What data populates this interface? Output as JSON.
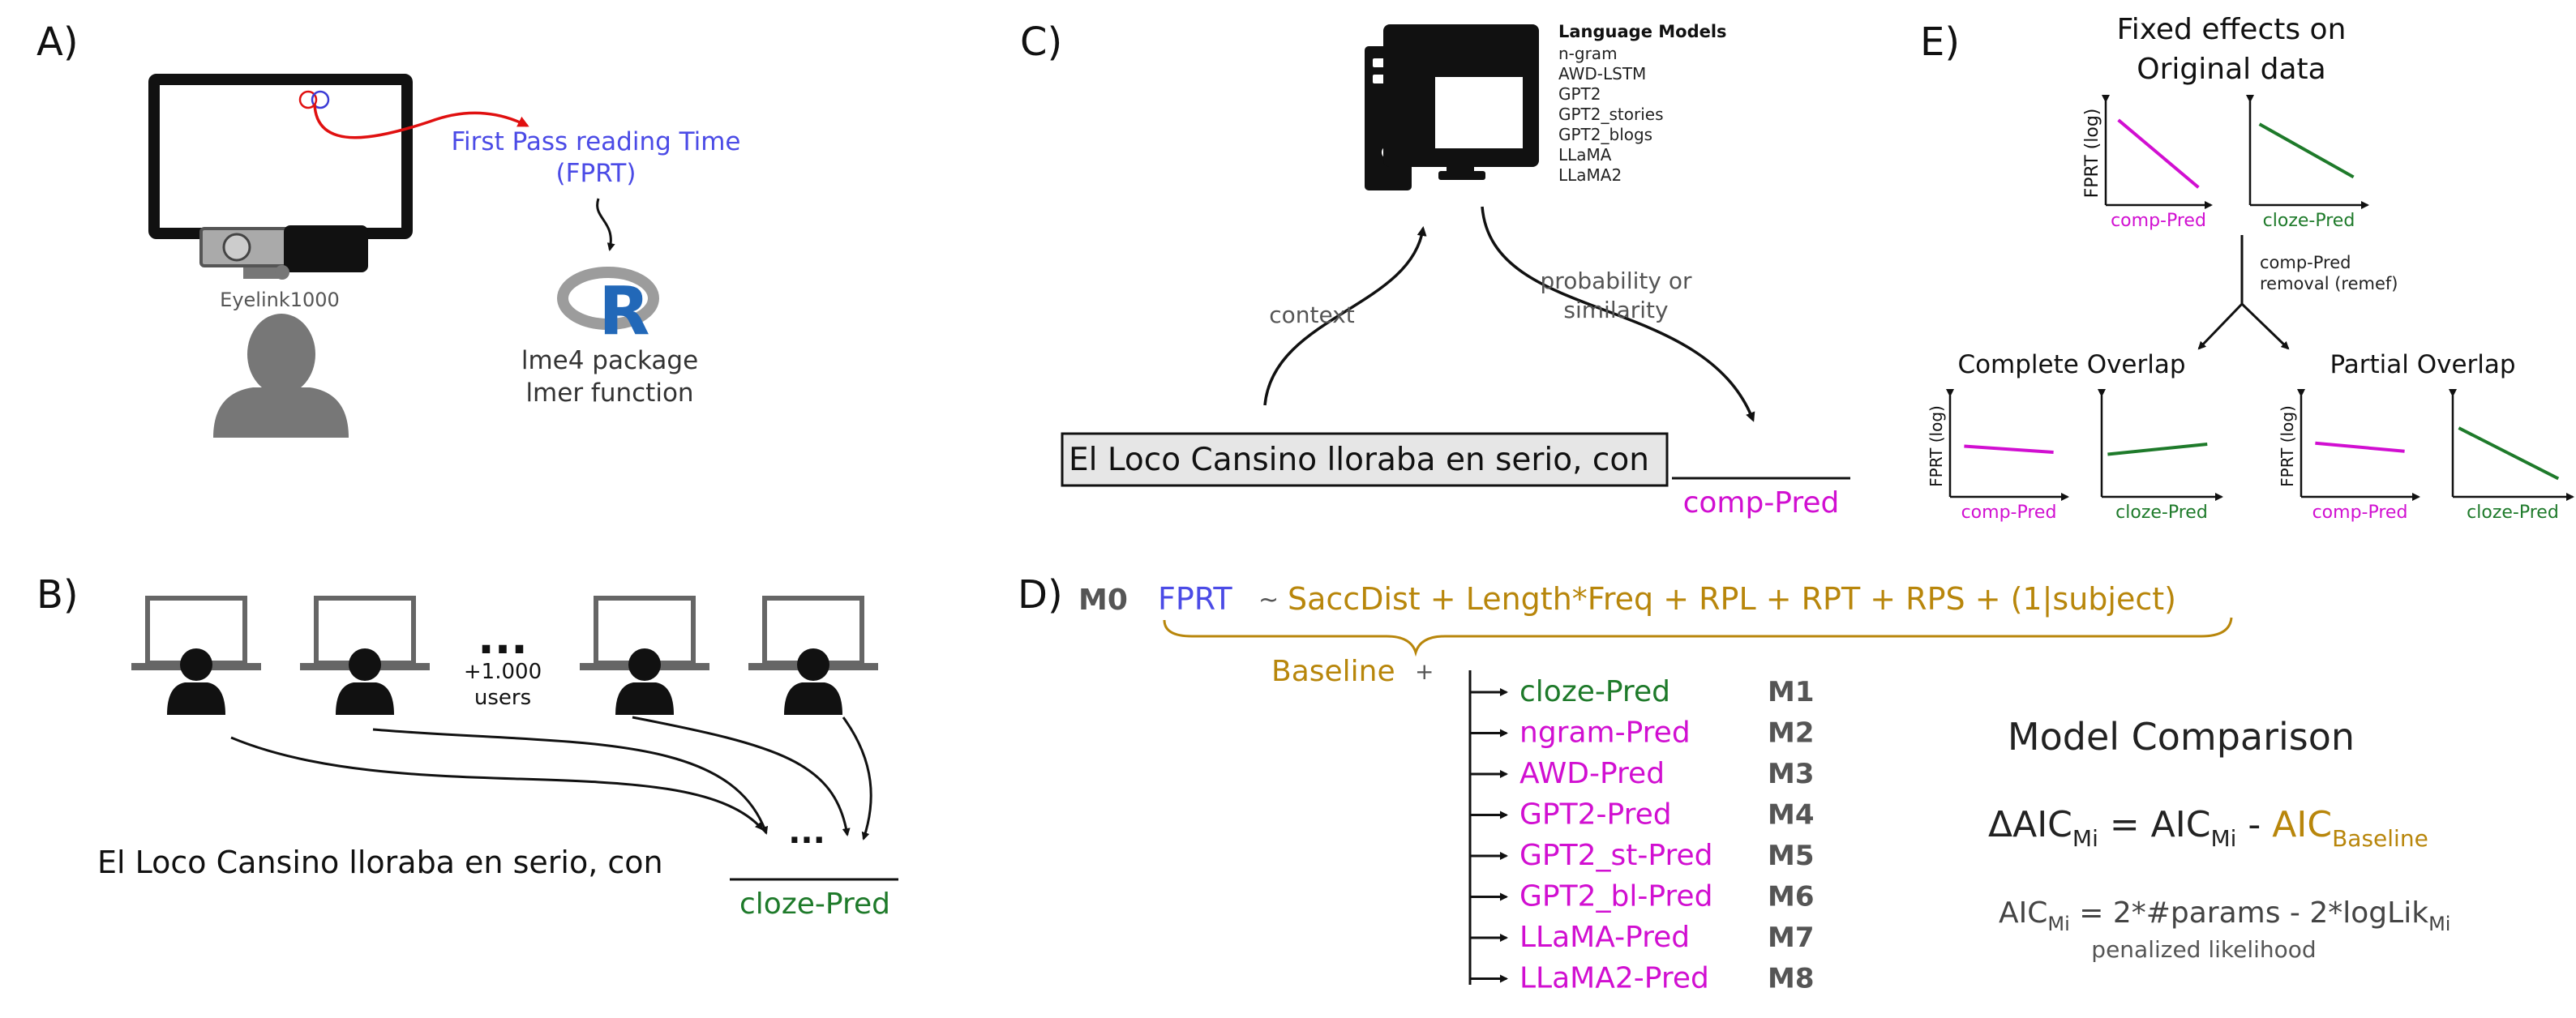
{
  "colors": {
    "magenta": "#d10fd1",
    "green": "#1e7a2a",
    "gold": "#b8860b",
    "blue": "#4b4be6",
    "red": "#e01010",
    "gray": "#555555",
    "dark": "#111111"
  },
  "panelA": {
    "label": "A)",
    "device": "Eyelink1000",
    "fprt_line1": "First Pass reading Time",
    "fprt_line2": "(FPRT)",
    "r_logo": "R",
    "pkg_line1": "lme4 package",
    "pkg_line2": "lmer function"
  },
  "panelB": {
    "label": "B)",
    "dots_top": "...",
    "users_line1": "+1.000",
    "users_line2": "users",
    "sentence": "El Loco Cansino lloraba en serio, con",
    "dots_mid": "...",
    "pred": "cloze-Pred"
  },
  "panelC": {
    "label": "C)",
    "lm_title": "Language Models",
    "lm_list": [
      "n-gram",
      "AWD-LSTM",
      "GPT2",
      "GPT2_stories",
      "GPT2_blogs",
      "LLaMA",
      "LLaMA2"
    ],
    "context": "context",
    "prob_line1": "probability or",
    "prob_line2": "similarity",
    "sentence": "El Loco Cansino lloraba en serio, con",
    "pred": "comp-Pred"
  },
  "panelD": {
    "label": "D)",
    "m0": "M0",
    "fprt": "FPRT",
    "tilde": "~",
    "formula": "SaccDist + Length*Freq + RPL + RPT + RPS + (1|subject)",
    "baseline": "Baseline",
    "plus": "+",
    "models": [
      {
        "pred": "cloze-Pred",
        "id": "M1",
        "color": "green"
      },
      {
        "pred": "ngram-Pred",
        "id": "M2",
        "color": "magenta"
      },
      {
        "pred": "AWD-Pred",
        "id": "M3",
        "color": "magenta"
      },
      {
        "pred": "GPT2-Pred",
        "id": "M4",
        "color": "magenta"
      },
      {
        "pred": "GPT2_st-Pred",
        "id": "M5",
        "color": "magenta"
      },
      {
        "pred": "GPT2_bl-Pred",
        "id": "M6",
        "color": "magenta"
      },
      {
        "pred": "LLaMA-Pred",
        "id": "M7",
        "color": "magenta"
      },
      {
        "pred": "LLaMA2-Pred",
        "id": "M8",
        "color": "magenta"
      }
    ],
    "comparison_title": "Model Comparison",
    "delta_prefix": "ΔAIC",
    "sub_mi": "Mi",
    "eq": " = AIC",
    "minus": " - ",
    "aic_baseline": "AIC",
    "sub_baseline": "Baseline",
    "aic_label": "AIC",
    "aic_rhs": " = 2*#params - 2*logLik",
    "penalized": "penalized likelihood"
  },
  "panelE": {
    "label": "E)",
    "title_line1": "Fixed effects on",
    "title_line2": "Original data",
    "ylabel": "FPRT (log)",
    "x_comp": "comp-Pred",
    "x_cloze": "cloze-Pred",
    "removal_line1": "comp-Pred",
    "removal_line2": "removal (remef)",
    "complete": "Complete Overlap",
    "partial": "Partial Overlap"
  }
}
